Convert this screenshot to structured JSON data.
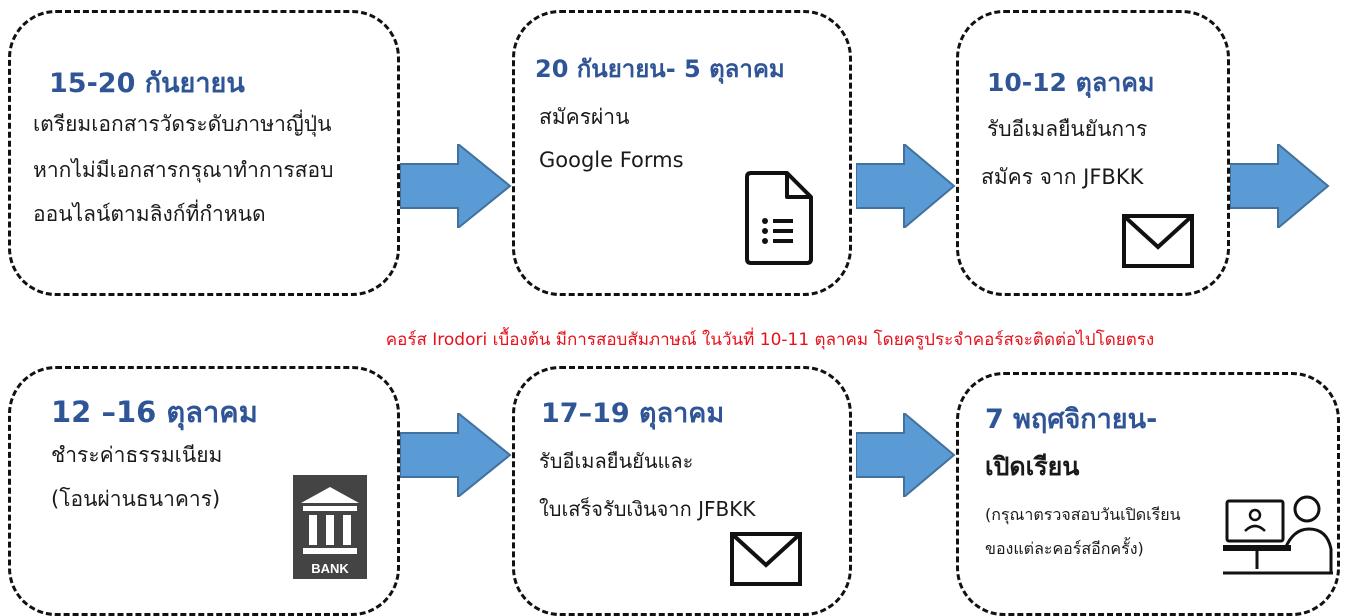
{
  "steps": [
    {
      "date": "15-20 กันยายน",
      "lines": [
        "เตรียมเอกสารวัดระดับภาษาญี่ปุ่น",
        "หากไม่มีเอกสารกรุณาทำการสอบ",
        "ออนไลน์ตามลิงก์ที่กำหนด"
      ]
    },
    {
      "date": "20 กันยายน- 5 ตุลาคม",
      "lines": [
        "สมัครผ่าน",
        "Google Forms"
      ],
      "icon": "google-forms-document-icon"
    },
    {
      "date": "10-12 ตุลาคม",
      "lines": [
        "รับอีเมลยืนยันการ",
        "สมัคร จาก JFBKK"
      ],
      "icon": "envelope-icon"
    },
    {
      "date": "12 –16 ตุลาคม",
      "lines": [
        "ชำระค่าธรรมเนียม",
        "(โอนผ่านธนาคาร)"
      ],
      "icon": "bank-icon",
      "icon_text": "BANK"
    },
    {
      "date": "17–19 ตุลาคม",
      "lines": [
        "รับอีเมลยืนยันและ",
        "ใบเสร็จรับเงินจาก JFBKK"
      ],
      "icon": "envelope-icon"
    },
    {
      "date": "7 พฤศจิกายน-",
      "title2": "เปิดเรียน",
      "lines": [
        "(กรุณาตรวจสอบวันเปิดเรียน",
        "ของแต่ละคอร์สอีกครั้ง)"
      ],
      "icon": "online-class-icon"
    }
  ],
  "notice": "คอร์ส Irodori เบื้องต้น มีการสอบสัมภาษณ์ ในวันที่ 10-11 ตุลาคม โดยครูประจำคอร์สจะติดต่อไปโดยตรง",
  "colors": {
    "date": "#2f5597",
    "arrow_fill": "#5b9bd5",
    "arrow_stroke": "#41719c",
    "notice": "#e8101a"
  }
}
